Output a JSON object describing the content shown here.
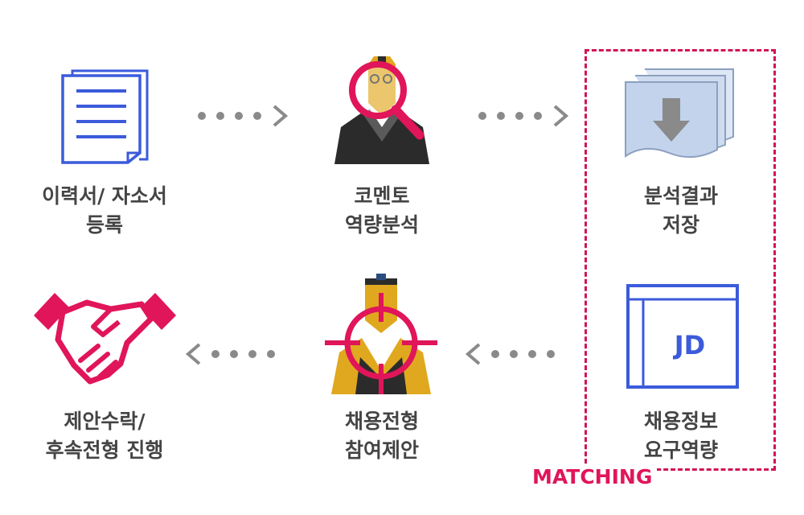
{
  "steps": {
    "resume": {
      "line1": "이력서/ 자소서",
      "line2": "등록",
      "icon": "document-icon"
    },
    "analysis": {
      "line1": "코멘토",
      "line2": "역량분석",
      "icon": "magnifier-person-icon"
    },
    "save": {
      "line1": "분석결과",
      "line2": "저장",
      "icon": "download-files-icon"
    },
    "jd": {
      "line1": "채용정보",
      "line2": "요구역량",
      "icon": "jd-window-icon",
      "badge": "JD"
    },
    "offer": {
      "line1": "채용전형",
      "line2": "참여제안",
      "icon": "target-person-icon"
    },
    "accept": {
      "line1": "제안수락/",
      "line2": "후속전형 진행",
      "icon": "handshake-icon"
    }
  },
  "matching_label": "MATCHING",
  "colors": {
    "accent": "#e0155a",
    "blue": "#3b5bdb",
    "gray": "#8a8a8a",
    "gold": "#e0a81e",
    "text": "#444444"
  }
}
